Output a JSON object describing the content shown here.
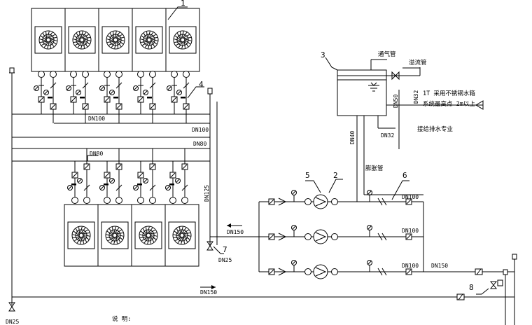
{
  "labels": {
    "n1": "1",
    "n2": "2",
    "n3": "3",
    "n4": "4",
    "n5": "5",
    "n6": "6",
    "n7": "7",
    "n8": "8",
    "dn100_top": "DN100",
    "dn100_right": "DN100",
    "dn80_right": "DN80",
    "dn80_left": "DN80",
    "dn125": "DN125",
    "dn150_ret": "DN150",
    "dn25_v7": "DN25",
    "dn150_supply": "DN150",
    "dn25_bottom": "DN25",
    "dn40": "DN40",
    "dn50": "DN50",
    "dn32_tank": "DN32",
    "dn32_right": "DN32",
    "dn100_p1": "DN100",
    "dn100_p2": "DN100",
    "dn100_p3": "DN100",
    "dn150_p3": "DN150",
    "vent_pipe": "通气管",
    "overflow_pipe": "溢流管",
    "tank_note_1": "1T 采用不锈钢水箱",
    "tank_note_2": "系统最高点   2m以上",
    "drain_note": "接给排水专业",
    "expansion_pipe": "膨胀管",
    "notes_title": "说  明:"
  },
  "icons": {
    "fan": "axial-fan-icon",
    "pump": "circulation-pump-icon",
    "gate_valve": "gate-valve-icon",
    "check_valve": "check-valve-icon",
    "pressure_gauge": "pressure-gauge-icon",
    "thermometer": "thermometer-icon",
    "y_strainer": "y-strainer-icon",
    "auto_air_vent": "auto-air-vent-icon",
    "water_tank": "expansion-water-tank-icon"
  }
}
